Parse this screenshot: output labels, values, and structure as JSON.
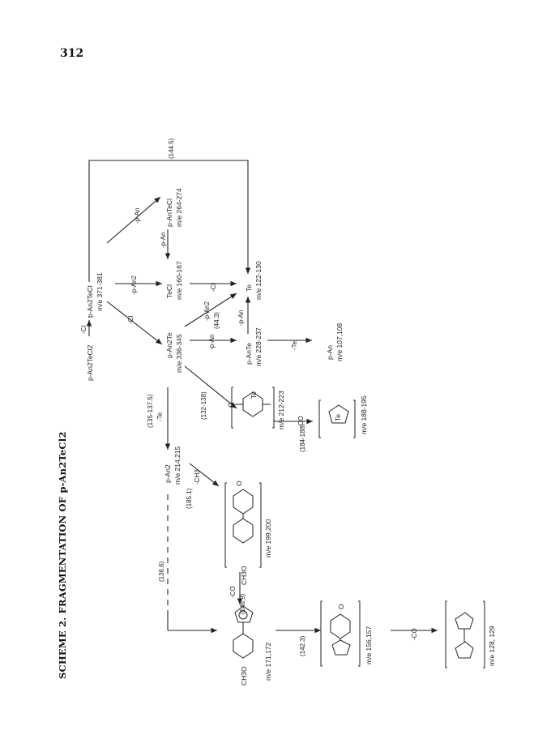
{
  "page_number": "312",
  "title": "SCHEME 2. FRAGMENTATION OF p-An2TeCl2",
  "species": {
    "parent": "p-An2TeCl2",
    "anTeCl_plus": "p-An2TeCl",
    "mz_anTeCl": "m/e 371-381",
    "anTeCl2_plus": "p-AnTeCl",
    "mz_anTeCl2": "m/e 264-274",
    "teCl": "TeCl",
    "mz_teCl": "m/e 160-167",
    "te": "Te",
    "mz_te": "m/e 122-130",
    "an2te": "p-An2Te",
    "mz_an2te": "m/e 336-345",
    "ante": "p-AnTe",
    "mz_ante": "m/e 228-237",
    "an_plus": "p-An",
    "mz_an": "m/e 107,108",
    "an2": "p-An2",
    "mz_an2": "m/e 214,215",
    "mz_quinone_te": "m/e 212-223",
    "mz_tellurophene": "m/e 188-195",
    "mz_biphenyl": "m/e 199,200",
    "mz_fluorenyl": "m/e 171,172",
    "mz_fulvene_quinone": "m/e 156,157",
    "mz_bifulvene": "m/e 128, 129",
    "ch3o": "CH3O",
    "ch3o_biphenyl": "CH3O"
  },
  "losses": {
    "cl_1": "-Cl",
    "cl_2": "-Cl",
    "cl_3": "-Cl",
    "an2_1": "-p-An2",
    "an2_2": "-p-An2",
    "an_1": "-p-An",
    "an_2": "-p-An",
    "an_3": "-p-An",
    "an_4": "-p-An",
    "te_1": "-Te",
    "te_2": "-Te",
    "ch3": "-CH3",
    "co_1": "-CO",
    "co_2": "-CO",
    "co_3": "-CO"
  },
  "metastables": {
    "m1": "(144.5)",
    "m2": "(44.3)",
    "m3": "(135-137.5)",
    "m4": "(132-138)",
    "m5": "(185.1)",
    "m6": "(184-188)",
    "m7": "(136.6)",
    "m8": "(146.9)",
    "m9": "(142.3)"
  },
  "atoms": {
    "te_ring": "Te",
    "te_ring2": "Te",
    "o_1": "O",
    "o_2": "O",
    "o_3": "O"
  }
}
